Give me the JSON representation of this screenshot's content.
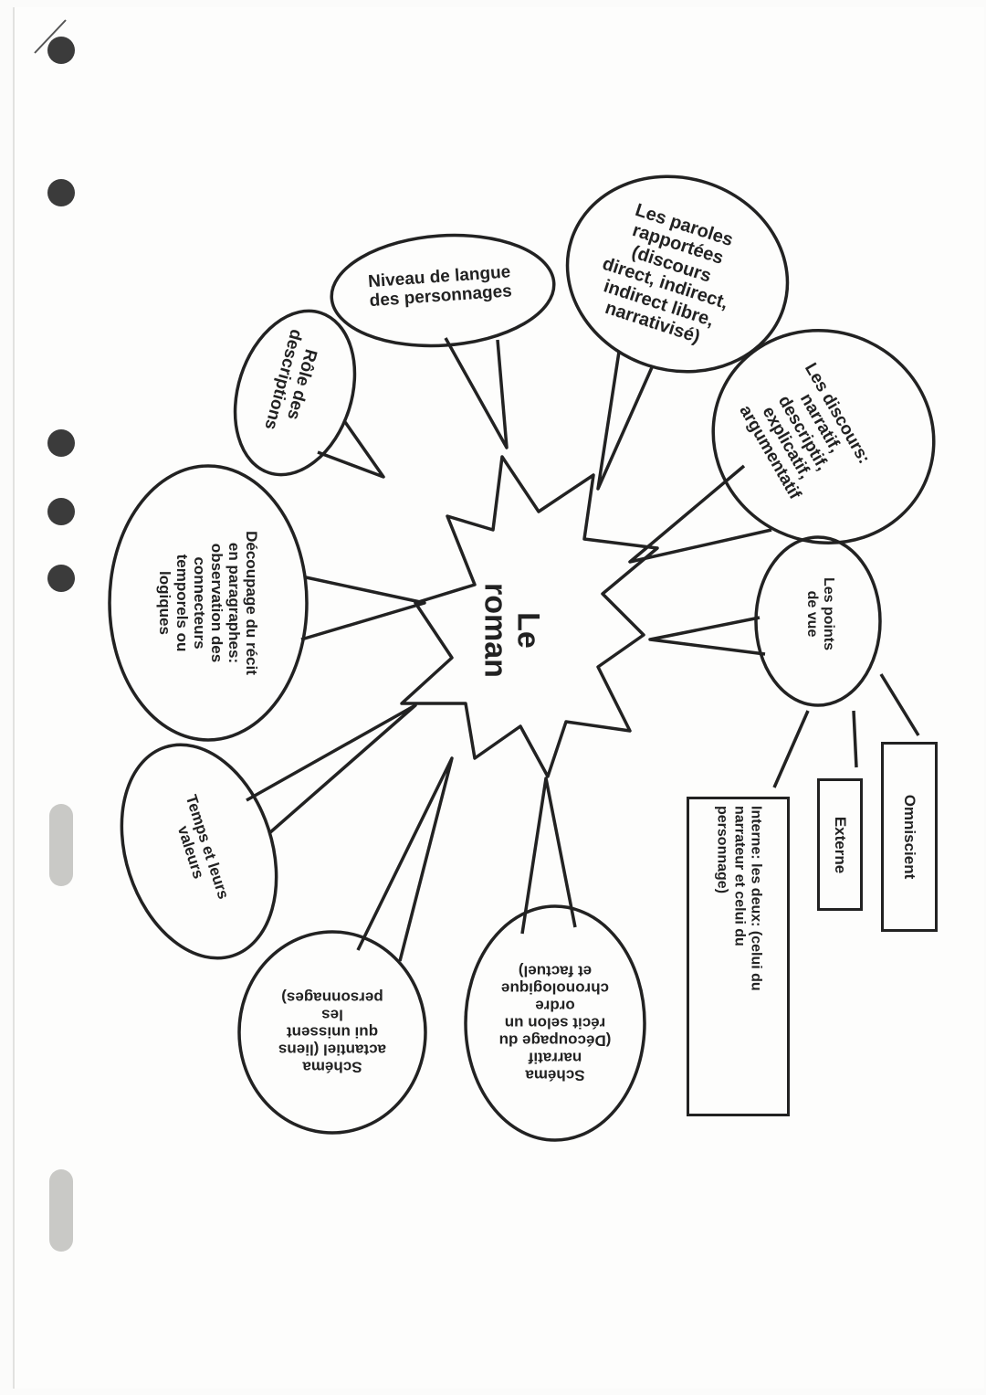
{
  "center": {
    "title": "Le\nroman"
  },
  "bubbles": {
    "paroles": "Les paroles\nrapportées\n(discours\ndirect, indirect,\nindirect libre,\nnarrativisé)",
    "niveau": "Niveau de langue\ndes personnages",
    "role": "Rôle des\ndescriptions",
    "discours": "Les discours:\nnarratif,\ndescriptif,\nexplicatif,\nargumentatif",
    "decoupage": "Découpage du récit\nen paragraphes:\nobservation des\nconnecteurs\ntemporels ou\nlogiques",
    "points": "Les points\nde vue",
    "temps": "Temps et leurs\nvaleurs",
    "actantiel": "Schéma\nactantiel (liens\nqui unissent\nles\npersonnages)",
    "narratif": "Schéma\nnarratif\n(Découpage du\nrécit selon un\nordre\nchronologique\net factuel)"
  },
  "points_de_vue": {
    "omniscient": "Omniscient",
    "externe": "Externe",
    "interne": "Interne: les deux: (celui du\nnarrateur et celui du\npersonnage)"
  },
  "colors": {
    "ink": "#222222",
    "paper": "#fdfdfc",
    "hole": "#3b3b3b"
  }
}
